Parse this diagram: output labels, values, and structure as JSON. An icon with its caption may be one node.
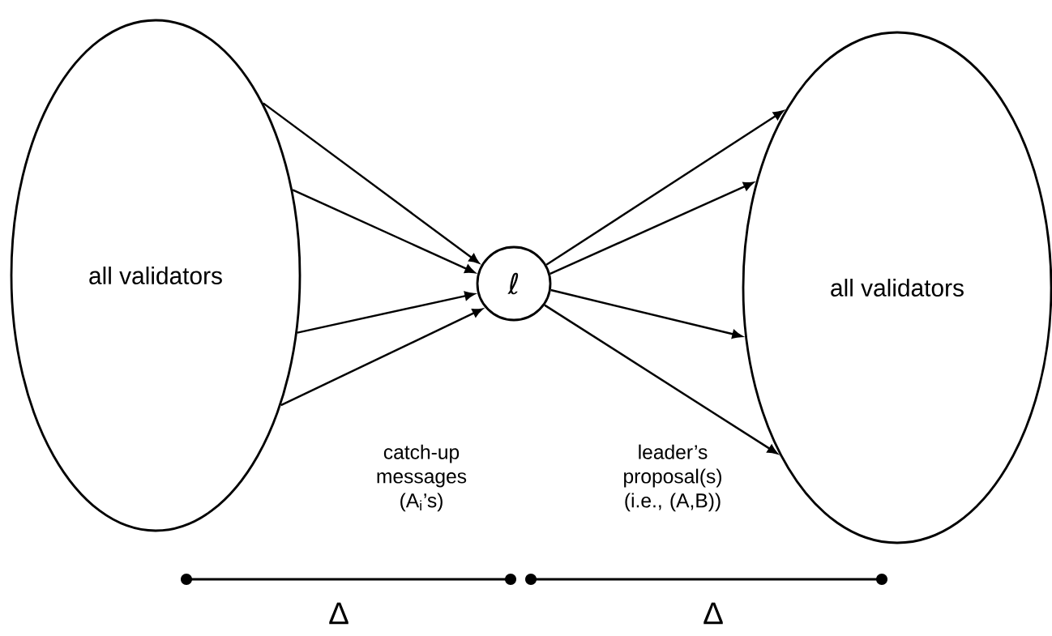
{
  "diagram": {
    "nodes": [
      {
        "text": [
          "all validators"
        ]
      },
      {
        "text": [
          "ℓ"
        ]
      },
      {
        "text": [
          "all validators"
        ]
      }
    ],
    "edges": [
      {
        "from": 0,
        "to": 1,
        "arrow": "to"
      },
      {
        "from": 0,
        "to": 1,
        "arrow": "to"
      },
      {
        "from": 0,
        "to": 1,
        "arrow": "to"
      },
      {
        "from": 0,
        "to": 1,
        "arrow": "to"
      },
      {
        "from": 1,
        "to": 2,
        "arrow": "to"
      },
      {
        "from": 1,
        "to": 2,
        "arrow": "to"
      },
      {
        "from": 1,
        "to": 2,
        "arrow": "to"
      },
      {
        "from": 1,
        "to": 2,
        "arrow": "to"
      }
    ],
    "labels": [
      "catch-up messages (A$_{i}$’s)",
      "leader’s proposal(s) (i.e., (A,B))",
      "Δ",
      "Δ"
    ]
  }
}
